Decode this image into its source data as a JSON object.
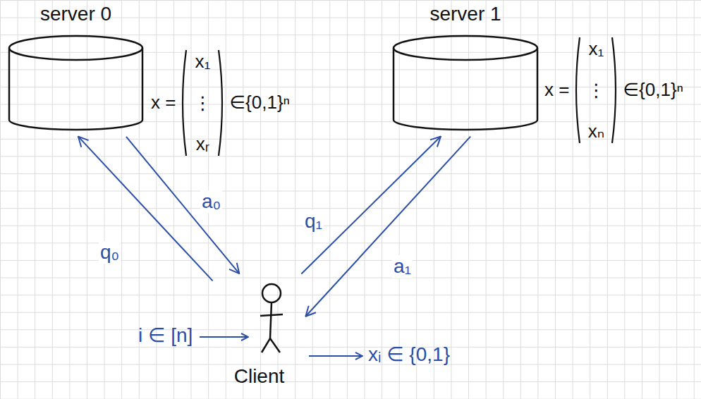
{
  "diagram": {
    "nodes": [
      {
        "text": [
          "server 0"
        ]
      },
      {
        "text": [
          "server 1"
        ]
      },
      {
        "text": [
          "Client"
        ]
      }
    ],
    "edges": [
      {
        "from": 2,
        "to": 0,
        "arrow": "to",
        "label": "q₀"
      },
      {
        "from": 0,
        "to": 2,
        "arrow": "to",
        "label": "a₀"
      },
      {
        "from": 2,
        "to": 1,
        "arrow": "to",
        "label": "q₁"
      },
      {
        "from": 1,
        "to": 2,
        "arrow": "to",
        "label": "a₁"
      }
    ],
    "labels": [
      "x =",
      "x₁",
      "⋮",
      "xᵣ",
      "∈{0,1}ⁿ",
      "x =",
      "x₁",
      "⋮",
      "xₙ",
      "∈{0,1}ⁿ",
      "i ∈ [n]",
      "xᵢ ∈ {0,1}"
    ]
  }
}
